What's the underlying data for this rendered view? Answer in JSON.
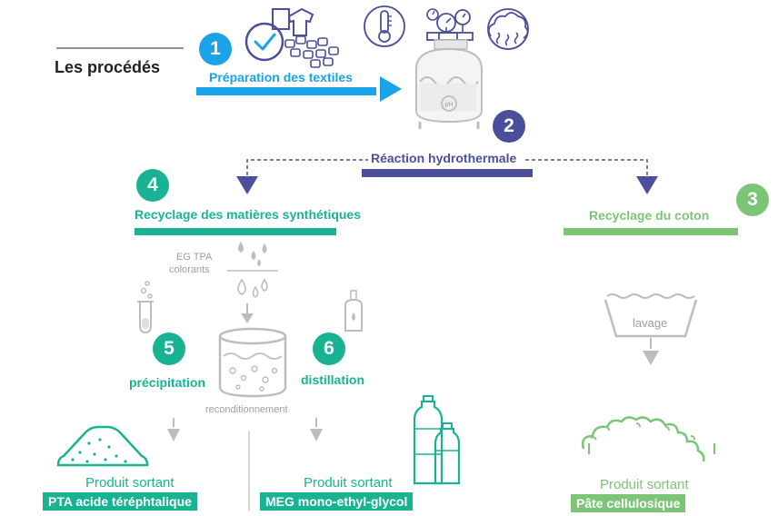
{
  "colors": {
    "blue": "#1aa3e8",
    "indigo": "#4b4f9b",
    "teal": "#19b394",
    "green": "#7cc576",
    "gray": "#bdbdbd",
    "dark": "#222222"
  },
  "header": {
    "title": "Les procédés"
  },
  "steps": [
    {
      "number": "1",
      "label": "Préparation des textiles"
    },
    {
      "number": "2",
      "label": "Réaction hydrothermale"
    },
    {
      "number": "3",
      "label": "Recyclage du coton"
    },
    {
      "number": "4",
      "label": "Recyclage des matières synthétiques"
    },
    {
      "number": "5",
      "label": "précipitation"
    },
    {
      "number": "6",
      "label": "distillation"
    }
  ],
  "annotations": {
    "eg_tpa": "EG TPA",
    "colorants": "colorants",
    "lavage": "lavage",
    "reconditionnement": "reconditionnement"
  },
  "outputs": [
    {
      "caption": "Produit sortant",
      "product": "PTA acide téréphtalique"
    },
    {
      "caption": "Produit sortant",
      "product": "MEG mono-ethyl-glycol"
    },
    {
      "caption": "Produit sortant",
      "product": "Pâte cellulosique"
    }
  ],
  "icons": [
    "textiles-icon",
    "thermometer-icon",
    "pressure-gauge-icon",
    "steam-icon",
    "reactor-icon",
    "drops-icon",
    "test-tube-icon",
    "flask-icon",
    "tank-icon",
    "washing-icon",
    "powder-pile-icon",
    "bottles-icon",
    "pulp-icon"
  ]
}
